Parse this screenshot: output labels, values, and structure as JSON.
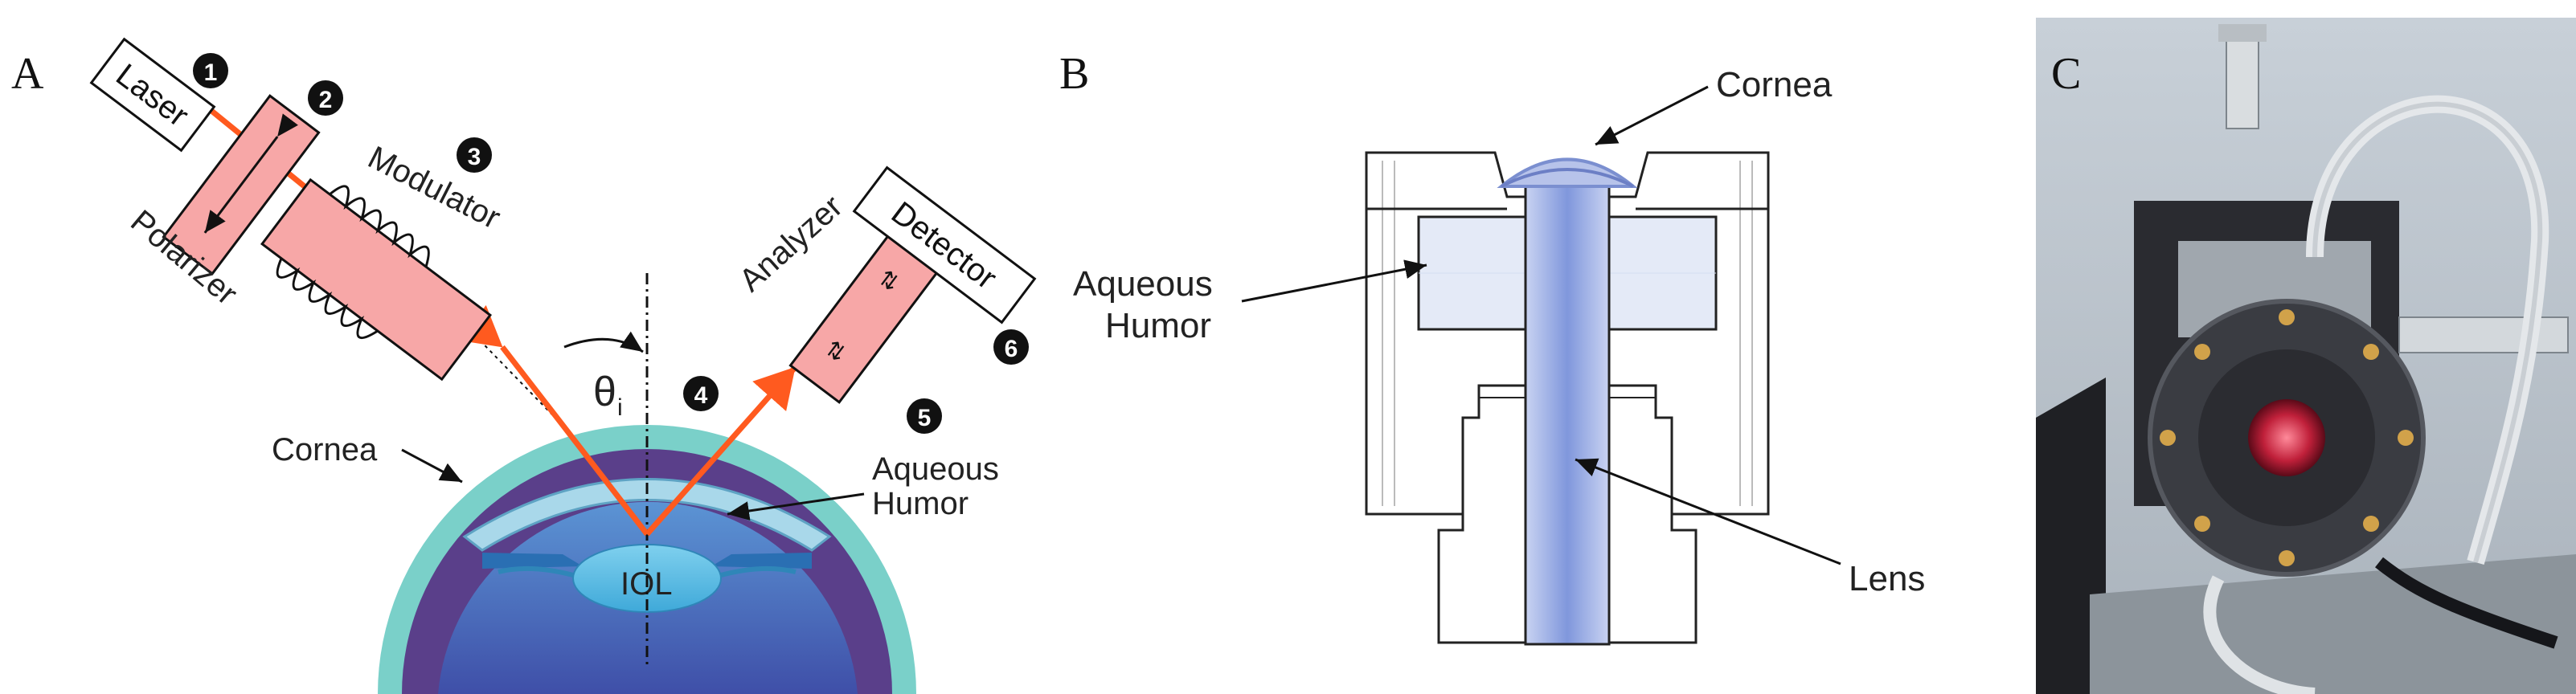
{
  "panels": {
    "a": {
      "letter": "A",
      "labels": {
        "laser": "Laser",
        "polarizer": "Polarizer",
        "modulator": "Modulator",
        "analyzer": "Analyzer",
        "detector": "Detector",
        "cornea": "Cornea",
        "aqueous_1": "Aqueous",
        "aqueous_2": "Humor",
        "iol": "IOL",
        "theta": "θ",
        "theta_sub": "i"
      },
      "numbers": [
        "1",
        "2",
        "3",
        "4",
        "5",
        "6"
      ]
    },
    "b": {
      "letter": "B",
      "labels": {
        "cornea": "Cornea",
        "aqueous_1": "Aqueous",
        "aqueous_2": "Humor",
        "lens": "Lens"
      }
    },
    "c": {
      "letter": "C"
    }
  },
  "colors": {
    "beam": "#ff5a1f",
    "component_fill": "#f7a7a7",
    "cornea": "#a9d8ea",
    "eye_outer": "#7ad0c9",
    "eye_blue": "#4d86c8",
    "eye_purple": "#5a3f8a",
    "lens": "#8fa7e0"
  }
}
